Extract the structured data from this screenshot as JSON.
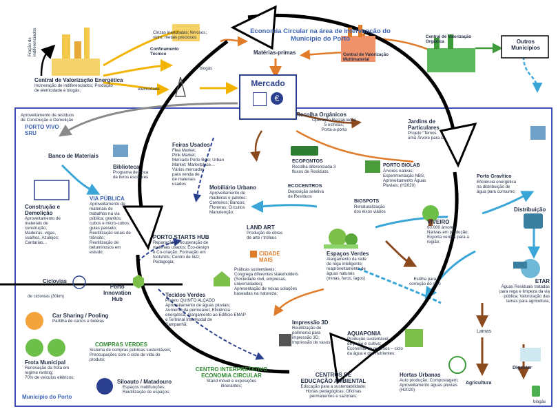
{
  "title": "Economia Circular na área de intervenção do\nMunicípio do Porto",
  "mercado": "Mercado",
  "region": "Município do Porto",
  "outros": "Outros\nMunicípios",
  "fracao": "Fração de\nindiferenciados",
  "cvem": {
    "head": "Central de Valorização Energética",
    "body": "Incineração de indiferenciados; Produção\nde eletricidade e biogás;"
  },
  "cinzas": "Cinzas inertizadas; ferrosos;\nvidro; metais preciosos",
  "confinamento": "Confinamento\nTécnico",
  "biogas1": "biogás",
  "eletricidade": "eletricidade",
  "materias": "Matérias-primas",
  "cvmm": "Central de Valorização\nMultimaterial",
  "cvo": "Central de Valorização\nOrgânica",
  "aproveit": "Aproveitamento de resíduos\nde Construção e Demolição",
  "portovivo": "PORTO VIVO\nSRU",
  "banco": "Banco de Materiais",
  "biblioteca": {
    "head": "Biblioteca",
    "body": "Programa de troca\nde livros escolares"
  },
  "feiras": {
    "head": "Feiras Usados",
    "body": "Flea Market;\nPink Market;\nMercado Porto Belo; Urban\nMarket; Marketplace…\nVários mercados\npara venda de\nde materiais\nusados"
  },
  "recolha": {
    "head": "Recolha Orgânicos",
    "body": "Operação Restauração\n5 estrelas;\nPorta-a-porta"
  },
  "ecopontos": {
    "head": "ECOPONTOS",
    "body": "Recolha diferenciada 3\nfluxos de Resíduos"
  },
  "ecocentros": {
    "head": "ECOCENTROS",
    "body": "Deposição seletiva\nde Resíduos"
  },
  "jardins": {
    "head": "Jardins de\nParticulares",
    "body": "Projeto “Temos\numa Árvore para si”"
  },
  "biolab": {
    "head": "PORTO BIOLAB",
    "body": "Árvores nativas;\nExperimentação NBS;\nAproveitamento Águas\nPluviais; (H2020)"
  },
  "biospots": {
    "head": "BIOSPOTS",
    "body": "Renaturalização\ndos eixos viários"
  },
  "portogravitico": {
    "head": "Porto Gravítico",
    "body": "Eficiência energética\nna distribuição de\nágua para consumo;"
  },
  "distribuicao": "Distribuição",
  "construcao": {
    "head": "Construção e\nDemolição",
    "body": "Aproveitamento de\nmateriais de\nconstrução;\nMadeiras, vigas,\nsoalhos, Azulejos;\nCantarias…"
  },
  "viapublica": {
    "head": "VIA PÚBLICA",
    "body": "Aproveitamento de\nmateriais de\ntrabalhos na via\npública; granitos;\ncubos e micro-cubos;\nguias passeio;\nReutilização sinais de\ntrânsito;\nReutilização de\nbetuminosos em\nestudo;"
  },
  "mobiliario": {
    "head": "Mobiliário Urbano",
    "body": "Aproveitamento de\nmadeiras e paletes:\nCanteiros; Bancos;\nFloreiras; Circuitos\nManutenção;"
  },
  "landart": {
    "head": "LAND ART",
    "body": "Produção de obras\nde arte / trofeus"
  },
  "startshub": {
    "head": "PORTO.STARTS HUB",
    "body": "Reparação e recuperação de\nmateriais usados; Eco-design\ne Co-criação; Formação em\nfootshills; Centro de I&D;\nPedagogia;"
  },
  "cidademais": {
    "head": "CIDADE\nMAIS",
    "body": "Práticas sustentáveis;\nCongrega diferentes stakeholders\n(Sociedade civil, empresas,\nuniversidades);\nApresentação de novas soluções\nbaseadas na natureza;"
  },
  "espacos": {
    "head": "Espaços Verdes",
    "body": "Alargamento da rede\nde rega inteligente;\nreaproveitamento de\náguas naturais\n(minas, furos, lagos)"
  },
  "viveiro": {
    "head": "VIVEIRO",
    "body": "60.000 árvores\nNativas em produção;\nExporta verdes para a\nregião;"
  },
  "estilha": "Estilha para\ncorreção do solo",
  "etar": {
    "head": "ETAR",
    "body": "Águas Residuais tratadas\npara rega e limpeza da via\npública; Valorização das\nlamas para agricultura;"
  },
  "ciclovias": {
    "head": "Ciclovias",
    "body": "de ciclovias (30km)"
  },
  "innovation": "Porto\nInnovation\nHub",
  "tecidos": {
    "head": "Tecidos Verdes",
    "body": "Projeto QUINTO ALÇADO\nAproveitamento de águas pluviais;\nAumento da permeável; Eficiência\nenergética; Alargamento ao Edifício EMAP\ne Terminal Intermodal de\nCampanhã;"
  },
  "impressao": {
    "head": "Impressão 3D",
    "body": "Reutilização de\npolímeros para\nimpressão 3D;\nImpressão de vasos"
  },
  "aquaponia": {
    "head": "AQUAPONIA",
    "body": "Produção sustentável\nde peixe e cultivo;\nEconomia de recursos – ciclo\nda água e dos nutrientes;"
  },
  "carsharing": {
    "head": "Car Sharing / Pooling",
    "body": "Partilha de carros e boleias"
  },
  "frota": {
    "head": "Frota Municipal",
    "body": "Renovação da frota em\nregime renting;\n70% de veículos elétricos;"
  },
  "compras": {
    "head": "COMPRAS VERDES",
    "body": "Sistema de compras públicas sustentáveis;\nPreocupações com o ciclo de vida do\nproduto;"
  },
  "centrointerp": {
    "head": "CENTRO INTERPRETATIVO\nECONOMIA CIRCULAR",
    "body": "Stand móvel e exposições\nitinerantes;"
  },
  "siloauto": {
    "head": "Siloauto / Matadouro",
    "body": "Espaços multifunções;\nReutilização de espaços;"
  },
  "centrosedu": {
    "head": "CENTROS DE\nEDUCAÇÃO AMBIENTAL",
    "body": "Educação para a sustentabilidade;\nHortas pedagógicas; Oficinas\npermanentes e sazonais;"
  },
  "hortas": {
    "head": "Hortas Urbanas",
    "body": "Auto produção; Compostagem;\nAproveitamento águas pluviais\n(H2020)"
  },
  "lamas": "Lamas",
  "digestor": "Digestor",
  "agricultura": "Agricultura",
  "biogas2": "biogás",
  "colors": {
    "navy": "#2b3f8f",
    "orange": "#e07b2a",
    "brown": "#8a4a1e",
    "yellow": "#f2b400",
    "green": "#3e9b3a",
    "lightblue": "#3aa6d8",
    "gray": "#8a8a8a",
    "darkblue": "#1f2a44"
  }
}
